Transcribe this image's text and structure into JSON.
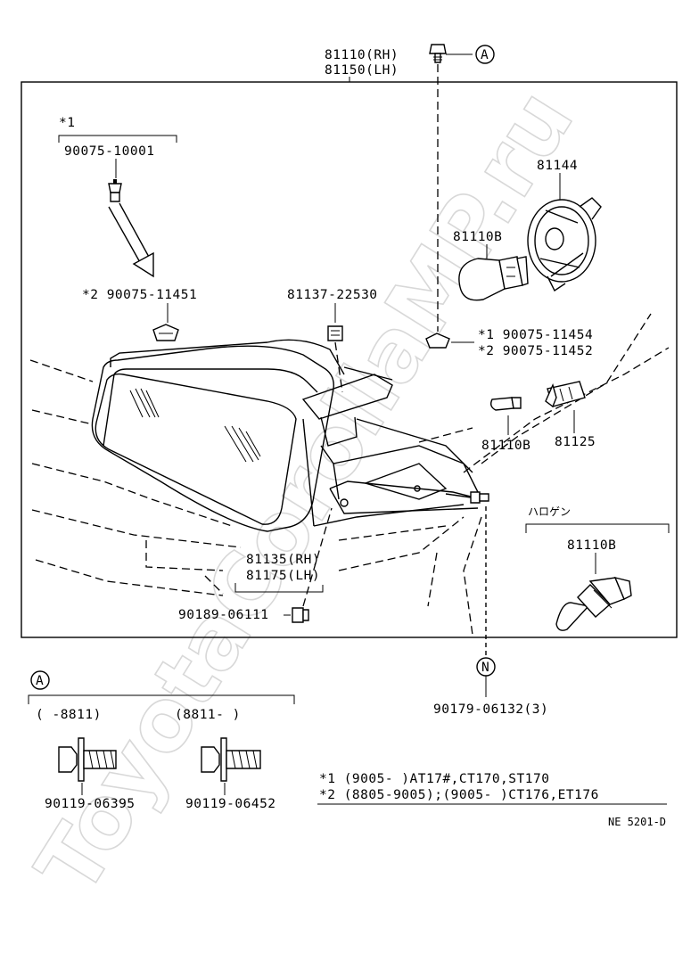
{
  "watermark": "ToyotaCorollaMP.ru",
  "marker_a": "A",
  "marker_n": "N",
  "labels": {
    "headlamp_assy": [
      "81110(RH)",
      "81150(LH)"
    ],
    "star1": "*1",
    "clip_90075_10001": "90075-10001",
    "clip_90075_11451": "*2 90075-11451",
    "nut_81137": "81137-22530",
    "socket_81144": "81144",
    "bulb_81110b_top": "81110B",
    "clip_pair": [
      "*1 90075-11454",
      "*2 90075-11452"
    ],
    "bulb_81110b_mid": "81110B",
    "socket_81125": "81125",
    "halogen": "ハロゲン",
    "bulb_81110b_halogen": "81110B",
    "housing": [
      "81135(RH)",
      "81175(LH)"
    ],
    "screw_90189": "90189-06111",
    "screw_90179": "90179-06132(3)",
    "date_before": "(     -8811)",
    "date_after": "(8811-     )",
    "bolt_left": "90119-06395",
    "bolt_right": "90119-06452",
    "note1": "*1 (9005-    )AT17#,CT170,ST170",
    "note2": "*2 (8805-9005);(9005-     )CT176,ET176",
    "diagram_code": "NE 5201-D"
  }
}
